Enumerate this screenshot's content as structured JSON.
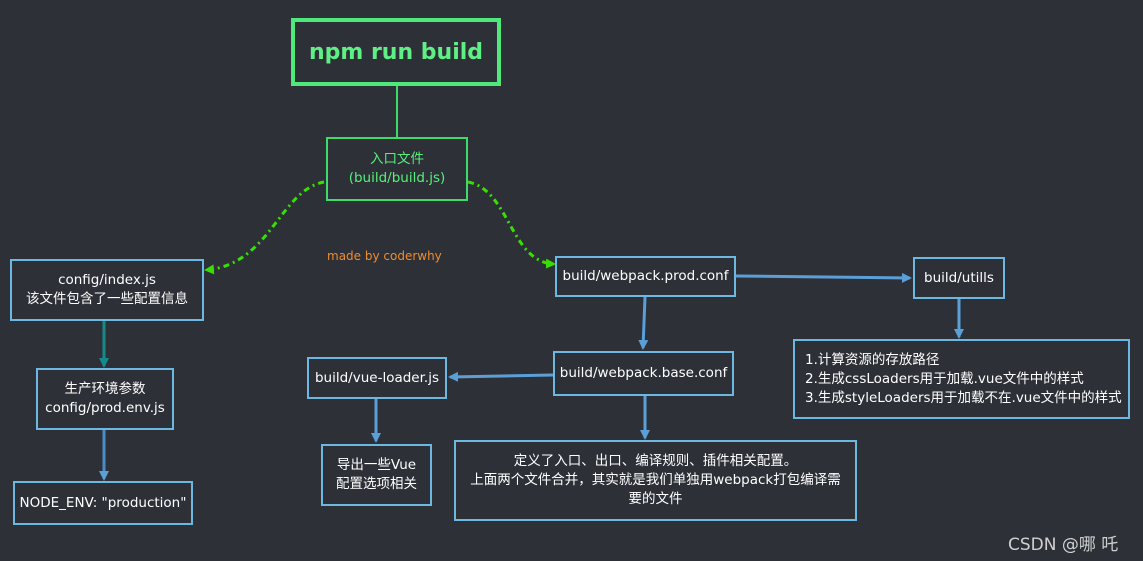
{
  "title": "npm run build",
  "credit": "made by coderwhy",
  "watermark": "CSDN @哪 吒",
  "nodes": {
    "entry": {
      "lines": [
        "入口文件",
        "(build/build.js)"
      ]
    },
    "config_index": {
      "lines": [
        "config/index.js",
        "该文件包含了一些配置信息"
      ]
    },
    "prod_env": {
      "lines": [
        "生产环境参数",
        "config/prod.env.js"
      ]
    },
    "node_env": {
      "lines": [
        "NODE_ENV: \"production\""
      ]
    },
    "webpack_prod": {
      "lines": [
        "build/webpack.prod.conf"
      ]
    },
    "utils": {
      "lines": [
        "build/utills"
      ]
    },
    "utils_desc": {
      "lines": [
        "1.计算资源的存放路径",
        "2.生成cssLoaders用于加载.vue文件中的样式",
        "3.生成styleLoaders用于加载不在.vue文件中的样式"
      ]
    },
    "webpack_base": {
      "lines": [
        "build/webpack.base.conf"
      ]
    },
    "vue_loader": {
      "lines": [
        "build/vue-loader.js"
      ]
    },
    "vue_desc": {
      "lines": [
        "导出一些Vue",
        "配置选项相关"
      ]
    },
    "base_desc": {
      "lines": [
        "定义了入口、出口、编译规则、插件相关配置。",
        "上面两个文件合并，其实就是我们单独用webpack打包编译需",
        "要的文件"
      ]
    }
  },
  "colors": {
    "background": "#2e3038",
    "green": "#3ddc6a",
    "blue_border": "#6cb8e0",
    "arrow_blue": "#5a9fd8",
    "arrow_teal": "#168a8a",
    "credit": "#f08c2a"
  }
}
